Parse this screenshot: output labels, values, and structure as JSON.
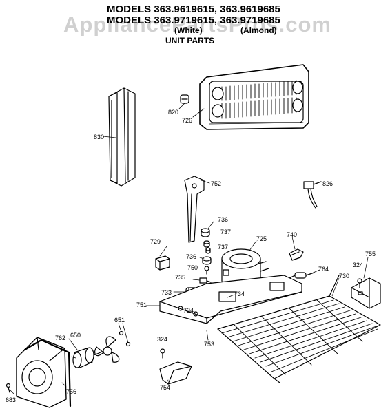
{
  "title": {
    "line1": "MODELS 363.9619615, 363.9619685",
    "line2": "MODELS 363.9719615, 363.9719685",
    "white": "(White)",
    "almond": "(Almond)",
    "subtitle": "UNIT PARTS"
  },
  "watermark": "AppliancePartsPros.com",
  "labels": {
    "p830": "830",
    "p820": "820",
    "p726": "726",
    "p752": "752",
    "p826": "826",
    "p736a": "736",
    "p737a": "737",
    "p729": "729",
    "p737b": "737",
    "p725": "725",
    "p740": "740",
    "p736b": "736",
    "p755": "755",
    "p750": "750",
    "p324a": "324",
    "p764": "764",
    "p735": "735",
    "p730": "730",
    "p733": "733",
    "p734a": "734",
    "p751": "751",
    "p734b": "734",
    "p651": "651",
    "p762": "762",
    "p650": "650",
    "p324b": "324",
    "p753": "753",
    "p754": "754",
    "p756": "756",
    "p683": "683"
  }
}
